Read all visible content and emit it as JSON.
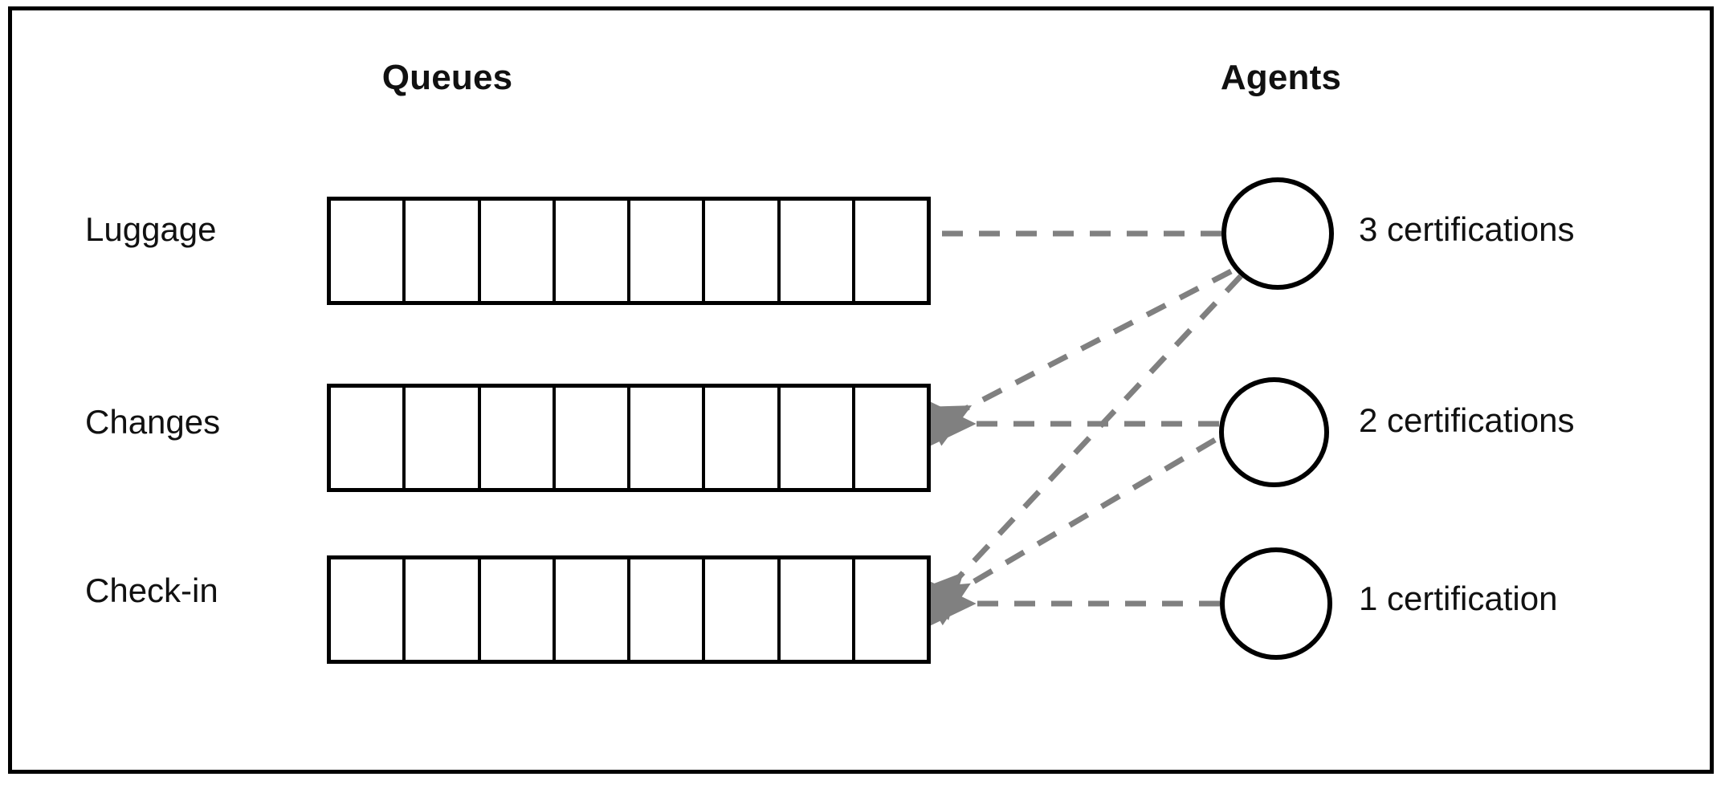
{
  "diagram": {
    "columns": {
      "queues_title": "Queues",
      "agents_title": "Agents"
    },
    "queues": [
      {
        "label": "Luggage",
        "cells": 8
      },
      {
        "label": "Changes",
        "cells": 8
      },
      {
        "label": "Check-in",
        "cells": 8
      }
    ],
    "agents": [
      {
        "label": "3 certifications",
        "certifications": 3
      },
      {
        "label": "2 certifications",
        "certifications": 2
      },
      {
        "label": "1 certification",
        "certifications": 1
      }
    ],
    "links": [
      {
        "from_agent": 0,
        "to_queue": 0,
        "arrow": false
      },
      {
        "from_agent": 0,
        "to_queue": 1,
        "arrow": true
      },
      {
        "from_agent": 0,
        "to_queue": 2,
        "arrow": true
      },
      {
        "from_agent": 1,
        "to_queue": 1,
        "arrow": true
      },
      {
        "from_agent": 1,
        "to_queue": 2,
        "arrow": true
      },
      {
        "from_agent": 2,
        "to_queue": 2,
        "arrow": true
      }
    ],
    "colors": {
      "stroke": "#000000",
      "link": "#808080",
      "text": "#111111",
      "background": "#ffffff"
    }
  }
}
